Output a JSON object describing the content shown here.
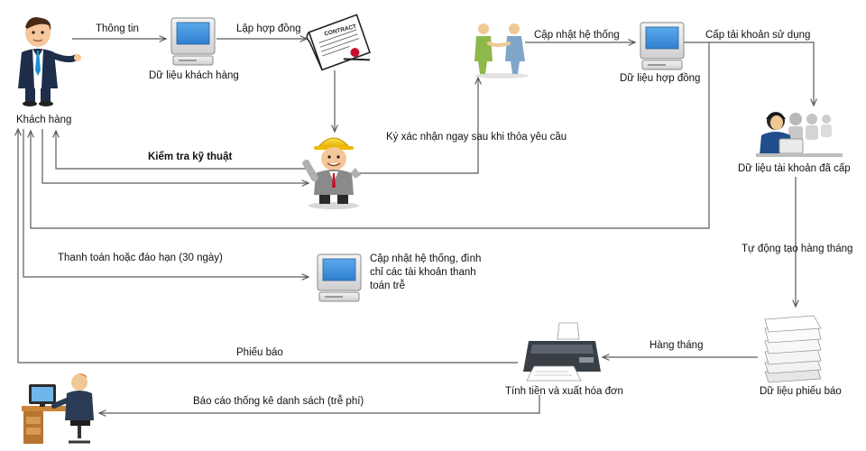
{
  "nodes": {
    "customer": "Khách hàng",
    "customer_data": "Dữ liệu khách hàng",
    "contract_data": "Dữ liệu hợp đồng",
    "issued_accounts": "Dữ liệu tài khoản đã cấp",
    "system_update_lines": [
      "Cập nhật hệ thống, đình",
      "chỉ các tài khoản thanh",
      "toán trễ"
    ],
    "invoicing": "Tính tiền và xuất hóa đơn",
    "notice_data": "Dữ liệu phiếu báo"
  },
  "edges": {
    "info": "Thông tin",
    "make_contract": "Lập hợp đồng",
    "sign": "Ký xác nhận ngay sau khi thỏa yêu cầu",
    "update_system": "Cập nhật hệ thống",
    "grant_account": "Cấp tải khoản sử dụng",
    "tech_check": "Kiểm tra kỹ thuật",
    "auto_monthly": "Tự động tạo hàng tháng",
    "payment_due": "Thanh toán hoặc đáo hạn (30 ngày)",
    "notice": "Phiếu báo",
    "monthly": "Hàng tháng",
    "report": "Báo cáo thống kê danh sách (trễ phí)"
  },
  "contract_doc_text": "CONTRACT"
}
